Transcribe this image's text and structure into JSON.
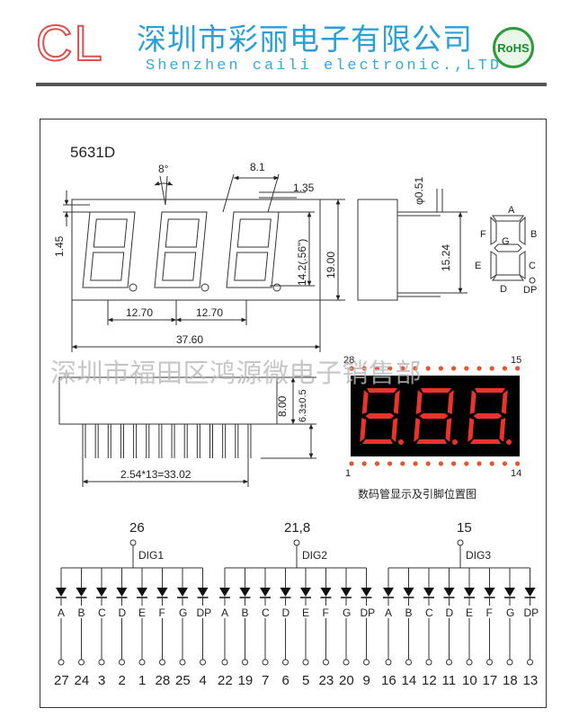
{
  "header": {
    "logo": "CL",
    "company_cn": "深圳市彩丽电子有限公司",
    "company_en": "Shenzhen caili electronic.,LTD",
    "rohs": "RoHS"
  },
  "model": "5631D",
  "dimensions": {
    "angle": "8°",
    "seg_width": "8.1",
    "seg_thick": "1.35",
    "pin_dia": "φ0.51",
    "top_gap": "1.45",
    "digit_height": "14.2(.56\")",
    "total_height": "19.00",
    "pitch1": "12.70",
    "pitch2": "12.70",
    "total_width": "37.60",
    "depth": "15.24",
    "body_height": "8.00",
    "pin_len": "6.3±0.5",
    "pin_span": "2.54*13=33.02"
  },
  "segment_labels": [
    "A",
    "B",
    "C",
    "D",
    "E",
    "F",
    "G",
    "DP"
  ],
  "pin_layout": {
    "top_left": "28",
    "top_right": "15",
    "bottom_left": "1",
    "bottom_right": "14",
    "caption": "数码管显示及引脚位置图"
  },
  "watermark": "深圳市福田区鸿源微电子销售部",
  "circuit": [
    {
      "common_pin": "26",
      "dig": "DIG1",
      "pins": [
        "27",
        "24",
        "3",
        "2",
        "1",
        "28",
        "25",
        "4"
      ]
    },
    {
      "common_pin": "21,8",
      "dig": "DIG2",
      "pins": [
        "22",
        "19",
        "7",
        "6",
        "5",
        "23",
        "20",
        "9"
      ]
    },
    {
      "common_pin": "15",
      "dig": "DIG3",
      "pins": [
        "16",
        "14",
        "12",
        "11",
        "10",
        "17",
        "18",
        "13"
      ]
    }
  ]
}
